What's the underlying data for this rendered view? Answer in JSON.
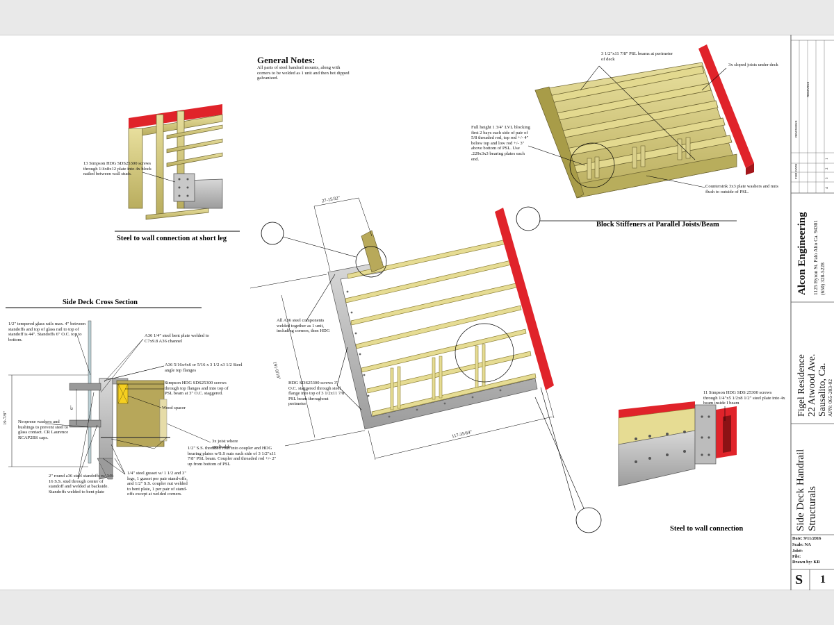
{
  "general_notes": {
    "heading": "General Notes:",
    "body": "All parts of steel handrail mounts, along with corners to be welded as 1 unit and then hot dipped galvanized."
  },
  "titles": {
    "short_leg": "Steel to wall connection at short leg",
    "block_stiffeners": "Block Stiffeners at Parallel Joists/Beam",
    "side_deck": "Side Deck Cross Section",
    "wall_connection": "Steel to wall connection"
  },
  "notes": {
    "simpson_13": "13 Simpson HDG SDS25300 screws through 1/4x8x12 plate into 4x block nailed between wall studs.",
    "psl_beams": "3 1/2\"x11 7/8\" PSL beams at perimeter of deck",
    "sloped_joists": "3x sloped joists under deck",
    "lvl_blocking": "Full height 1 3/4\" LVL blocking first 2 bays each side of pair of 5/8 threaded rod, top rod +/- 4\" below top and low rod +/- 3\" above bottom of PSL. Use .229x3x3 bearing plates each end.",
    "countersink": "Countersink 3x3 plate washers and nuts flush to outside of PSL.",
    "a36_components": "All A36 steel components welded together as 1 unit, including corners, then HDG",
    "hdg_sds": "HDG SDS25300 screws 3\" O.C. staggered through steel flange into top of 3 1/2x11 7/8 PSL beam throughout perimeter",
    "simpson_11": "11 Simpson HDG SDS 25300 screws through 1/4\"x5 1/2x8 1/2\" steel plate into 4x beam inside I beam",
    "glass_rails": "1/2\" tempered glass rails max. 4\" between standoffs and top of glass rail to top of standoff is 44\". Standoffs 6\" O.C. top to bottom.",
    "a36_bent_plate": "A36 1/4\" steel bent plate welded to C7x9.8 A36 channel",
    "a36_angle": "A36 5/16x4x6 or 5/16 x 3 1/2 x3 1/2 Steel angle top flanges",
    "simpson_sds": "Simpson HDG SDS25300 screws through top flanges and into top of PSL beam at 3\" O.C. staggered.",
    "wood_spacer": "Wood spacer",
    "joist_3x": "3x joist where applicable.",
    "neoprene": "Neoprene washers and bushings to prevent steel to glass contact. CR Laurence RCAP2BS caps.",
    "threaded_rods": "1/2\" S.S. threaded rods into coupler and HDG bearing plates w/S.S nuts each side of 3 1/2\"x11 7/8\" PSL beam. Coupler and threaded rod +/- 2\" up from bottom of PSL",
    "standoffs": "2\" round a36 steel standoffs w/ 3/8-16 S.S. stud through center of standoff and welded at backside. Standoffs welded to bent plate",
    "gusset": "1/4\" steel gusset w/ 1 1/2 and 3\" legs, 1 gusset per pair stand-offs, and 1/2\" S.S. coupler nut welded to bent plate, 1 per pair of stand-offs except at welded corners."
  },
  "dimensions": {
    "top": "27-15/32\"",
    "left": "191-9/16\"",
    "bottom": "117-35/64\"",
    "vertical": "19-7/8\"",
    "spacing": "6\""
  },
  "title_block": {
    "revisions": "REVISIONS",
    "remarks": "REMARKS",
    "for_date": "FOR DATE",
    "rev_numbers": [
      "1",
      "2",
      "3",
      "4"
    ],
    "firm": "Alcon Engineering",
    "address": "1125 Byron St. Palo Alto Ca. 94301",
    "phone": "(650) 328-5228",
    "project": "Figel Residence",
    "street": "22 Atwood Ave.",
    "city": "Sausalito, Ca.",
    "apn": "APN: 065-203-02",
    "sheet_title_1": "Side Deck Handrail",
    "sheet_title_2": "Structurals",
    "date": "Date: 9/11/2016",
    "scale": "Scale: NA",
    "job": "Job#:",
    "file": "File:",
    "drawn": "Drawn by: KR",
    "sheet_letter": "S",
    "sheet_number": "1"
  },
  "colors": {
    "wood": "#d9cf8a",
    "wood_dark": "#8c7f35",
    "steel": "#bdbdbd",
    "red": "#e0232a"
  }
}
